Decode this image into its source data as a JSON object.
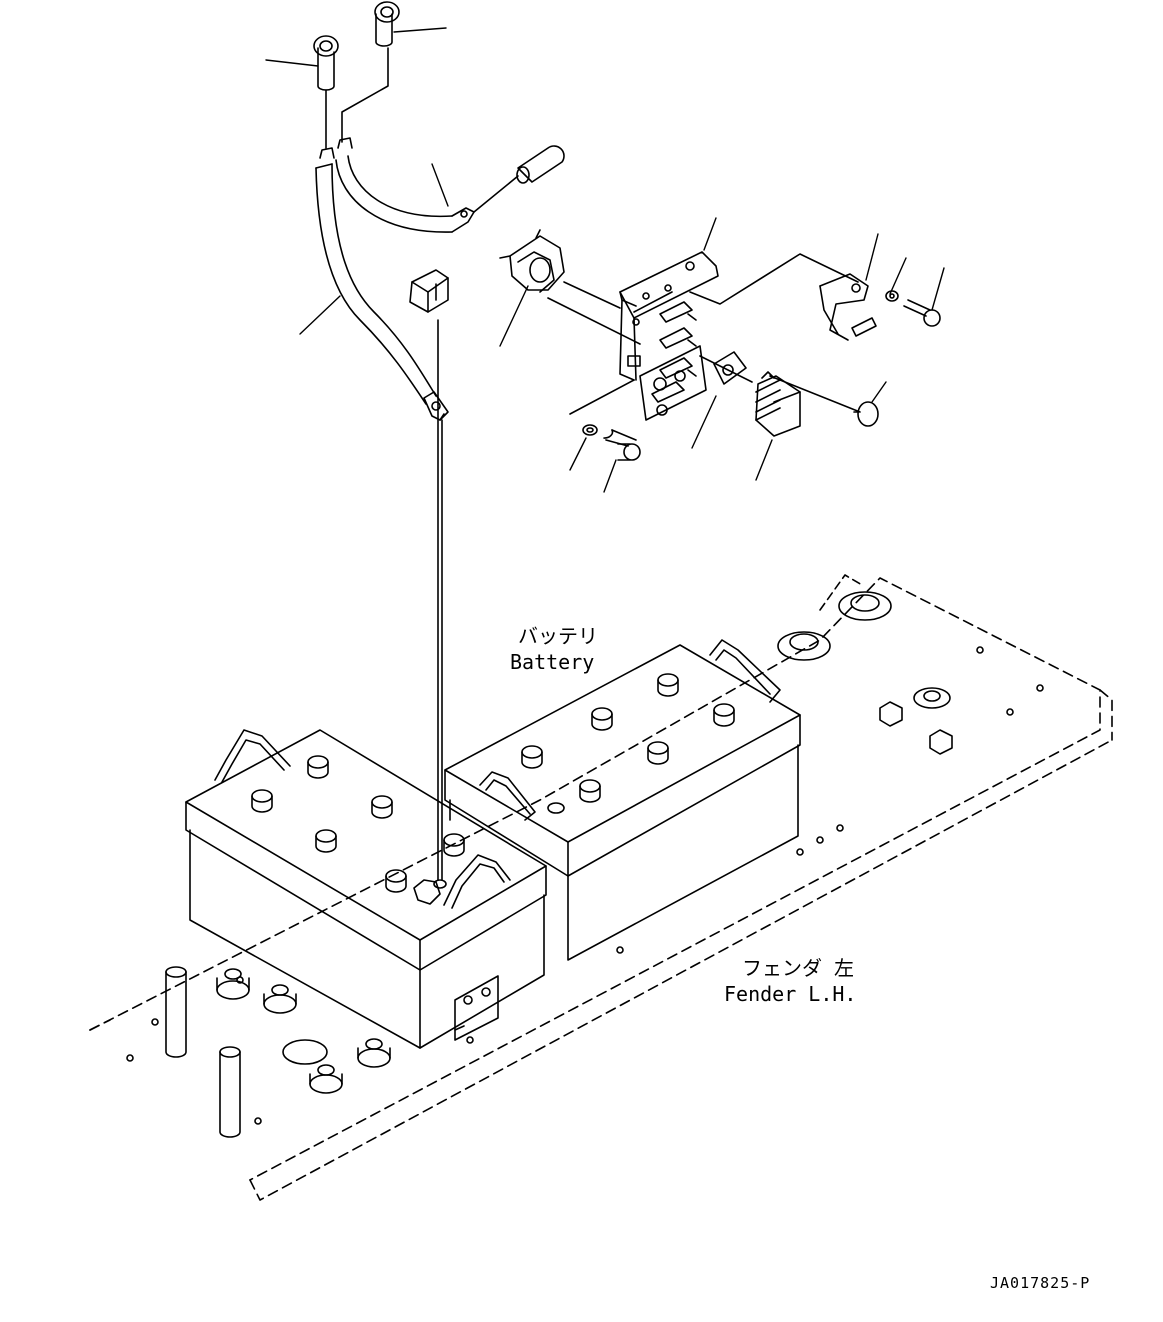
{
  "labels": {
    "battery_jp": "バッテリ",
    "battery_en": "Battery",
    "fender_jp": "フェンダ 左",
    "fender_en": "Fender L.H.",
    "drawing_code": "JA017825-P"
  },
  "colors": {
    "ink": "#000000",
    "paper": "#ffffff"
  }
}
